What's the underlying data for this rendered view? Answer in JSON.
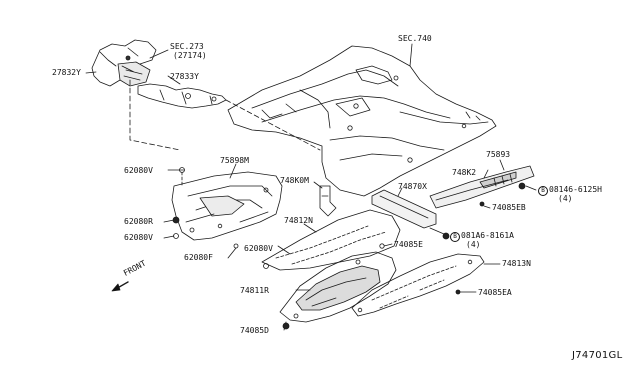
{
  "diagram_code": "J74701GL",
  "front_label": "FRONT",
  "icons": {
    "bolt_circle": "B"
  },
  "parts": {
    "p27832y": "27832Y",
    "sec273": "SEC.273",
    "sec273_sub": "(27174)",
    "p27833y": "27833Y",
    "sec740": "SEC.740",
    "p62080v_a": "62080V",
    "p75898m": "75898M",
    "p62080r": "62080R",
    "p62080v_b": "62080V",
    "p62080f": "62080F",
    "p748k0m": "748K0M",
    "p74812n": "74812N",
    "p62080v_c": "62080V",
    "p748k2": "748K2",
    "p75893": "75893",
    "bolt_08146": "08146-6125H",
    "bolt_08146_qty": "(4)",
    "p74870x": "74870X",
    "p74085eb": "74085EB",
    "bolt_081a6": "081A6-8161A",
    "bolt_081a6_qty": "(4)",
    "p74085e": "74085E",
    "p74813n": "74813N",
    "p74811r": "74811R",
    "p74085ea": "74085EA",
    "p74085d": "74085D"
  }
}
